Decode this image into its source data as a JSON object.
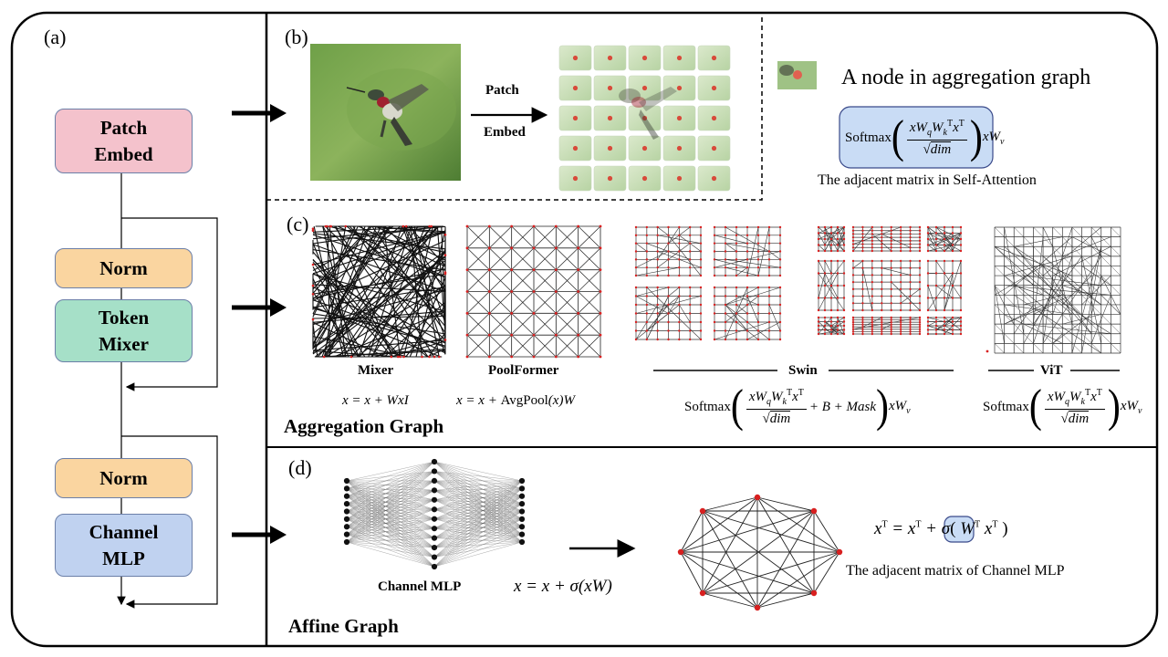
{
  "panel_labels": {
    "a": "(a)",
    "b": "(b)",
    "c": "(c)",
    "d": "(d)"
  },
  "blocks": {
    "patch_embed": "Patch\nEmbed",
    "norm_1": "Norm",
    "token_mixer": "Token\nMixer",
    "norm_2": "Norm",
    "channel_mlp": "Channel\nMLP"
  },
  "panel_b": {
    "arrow_label_top": "Patch",
    "arrow_label_bottom": "Embed",
    "node_caption": "A node in aggregation graph",
    "sa_function": "Softmax",
    "sa_sqrt": "dim",
    "sa_caption": "The adjacent matrix in Self-Attention"
  },
  "panel_c": {
    "section_title": "Aggregation Graph",
    "graphs": {
      "mixer": "Mixer",
      "poolformer": "PoolFormer",
      "swin": "Swin",
      "vit": "ViT"
    },
    "eq_mixer": "x = x + WxI",
    "eq_pool_left": "x = x + ",
    "eq_pool_fn": "AvgPool",
    "eq_pool_right": "(x)W",
    "eq_swin_fn": "Softmax",
    "eq_swin_extra": "+ B + Mask",
    "eq_vit_fn": "Softmax",
    "sqrt_text": "dim"
  },
  "panel_d": {
    "section_title": "Affine Graph",
    "mlp_caption": "Channel MLP",
    "eq_left": "x = x + σ(xW)",
    "caption": "The adjacent matrix of Channel MLP"
  },
  "colors": {
    "patch_embed": "#f4c2cc",
    "norm": "#fad5a0",
    "token_mixer": "#a6e0c8",
    "channel_mlp": "#c0d2f0",
    "graph_node": "#d82020",
    "highlight": "#c9dcf5"
  }
}
